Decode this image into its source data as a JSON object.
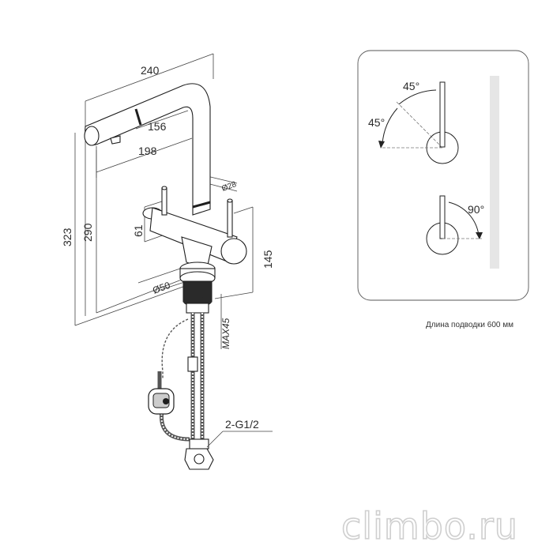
{
  "dimensions": {
    "width_total": "240",
    "spout_reach": "156",
    "spout_to_base": "198",
    "height_total": "323",
    "height_spout": "290",
    "handle_height": "61",
    "body_height": "145",
    "spout_diameter": "Ø28",
    "base_diameter": "Ø50",
    "max_thickness": "MAX45",
    "connection": "2-G1/2"
  },
  "rotation": {
    "angle_a": "45°",
    "angle_b": "45°",
    "angle_c": "90°"
  },
  "caption": "Длина подводки 600 мм",
  "watermark": "climbo.ru"
}
